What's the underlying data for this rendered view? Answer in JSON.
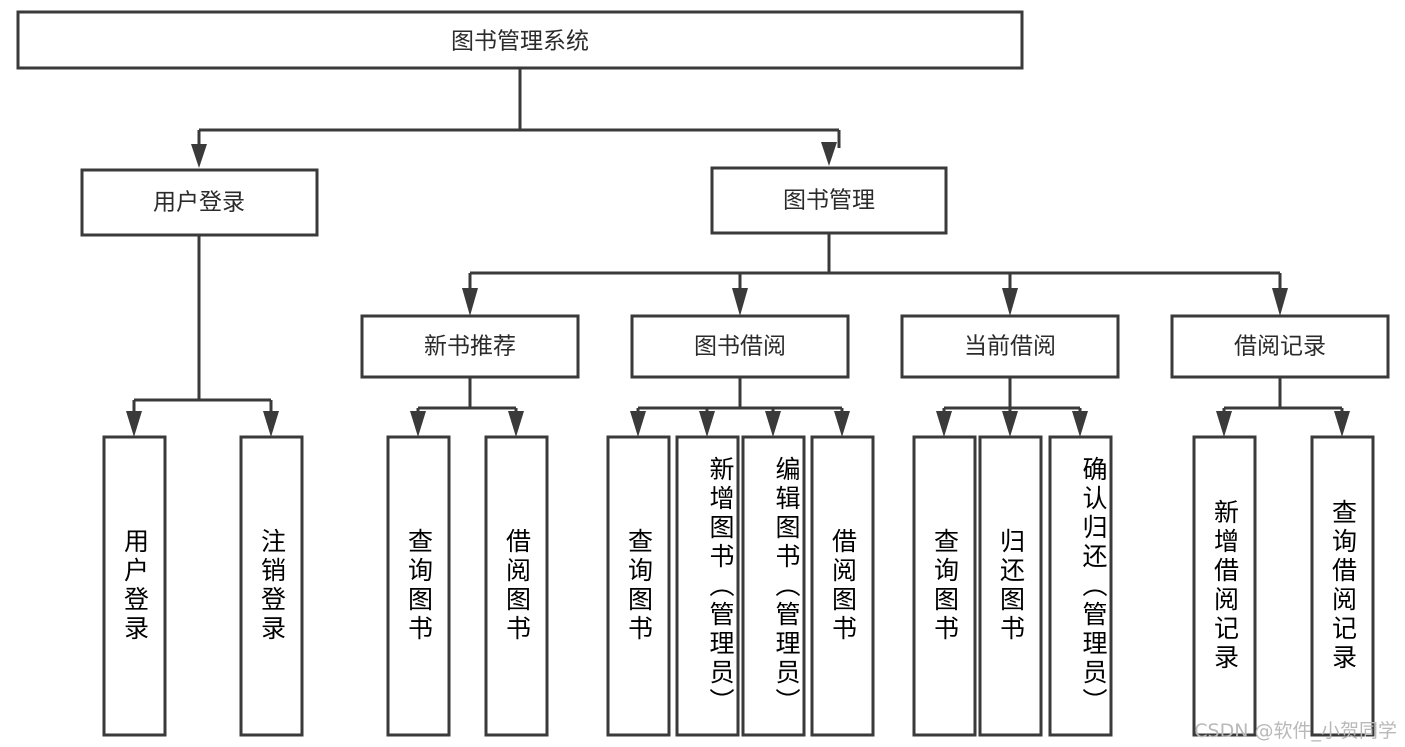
{
  "diagram": {
    "title": "图书管理系统",
    "type": "tree",
    "root": {
      "id": "root",
      "label": "图书管理系统",
      "orientation": "horizontal"
    },
    "level2": [
      {
        "id": "user-login",
        "label": "用户登录",
        "orientation": "horizontal"
      },
      {
        "id": "book-manage",
        "label": "图书管理",
        "orientation": "horizontal"
      }
    ],
    "level3": [
      {
        "id": "new-book-recommend",
        "label": "新书推荐",
        "orientation": "horizontal",
        "parent": "book-manage"
      },
      {
        "id": "book-borrow",
        "label": "图书借阅",
        "orientation": "horizontal",
        "parent": "book-manage"
      },
      {
        "id": "current-borrow",
        "label": "当前借阅",
        "orientation": "horizontal",
        "parent": "book-manage"
      },
      {
        "id": "borrow-record",
        "label": "借阅记录",
        "orientation": "horizontal",
        "parent": "book-manage"
      }
    ],
    "leaves": [
      {
        "id": "leaf-user-login",
        "label": "用户登录",
        "orientation": "vertical",
        "parent": "user-login"
      },
      {
        "id": "leaf-logout-login",
        "label": "注销登录",
        "orientation": "vertical",
        "parent": "user-login"
      },
      {
        "id": "leaf-query-book-1",
        "label": "查询图书",
        "orientation": "vertical",
        "parent": "new-book-recommend"
      },
      {
        "id": "leaf-borrow-book-1",
        "label": "借阅图书",
        "orientation": "vertical",
        "parent": "new-book-recommend"
      },
      {
        "id": "leaf-query-book-2",
        "label": "查询图书",
        "orientation": "vertical",
        "parent": "book-borrow"
      },
      {
        "id": "leaf-add-book-admin",
        "label": "新增图书（管理员）",
        "orientation": "vertical",
        "parent": "book-borrow"
      },
      {
        "id": "leaf-edit-book-admin",
        "label": "编辑图书（管理员）",
        "orientation": "vertical",
        "parent": "book-borrow"
      },
      {
        "id": "leaf-borrow-book-2",
        "label": "借阅图书",
        "orientation": "vertical",
        "parent": "book-borrow"
      },
      {
        "id": "leaf-query-book-3",
        "label": "查询图书",
        "orientation": "vertical",
        "parent": "current-borrow"
      },
      {
        "id": "leaf-return-book",
        "label": "归还图书",
        "orientation": "vertical",
        "parent": "current-borrow"
      },
      {
        "id": "leaf-confirm-return-admin",
        "label": "确认归还（管理员）",
        "orientation": "vertical",
        "parent": "current-borrow"
      },
      {
        "id": "leaf-add-borrow-record",
        "label": "新增借阅记录",
        "orientation": "vertical",
        "parent": "borrow-record"
      },
      {
        "id": "leaf-query-borrow-record",
        "label": "查询借阅记录",
        "orientation": "vertical",
        "parent": "borrow-record"
      }
    ]
  },
  "watermark": {
    "text": "CSDN @软件_小贺同学"
  },
  "colors": {
    "box_stroke": "#3a3a3a",
    "box_fill": "#ffffff",
    "text": "#2b2b2b",
    "background": "#ffffff",
    "watermark": "#b9b9b9"
  }
}
